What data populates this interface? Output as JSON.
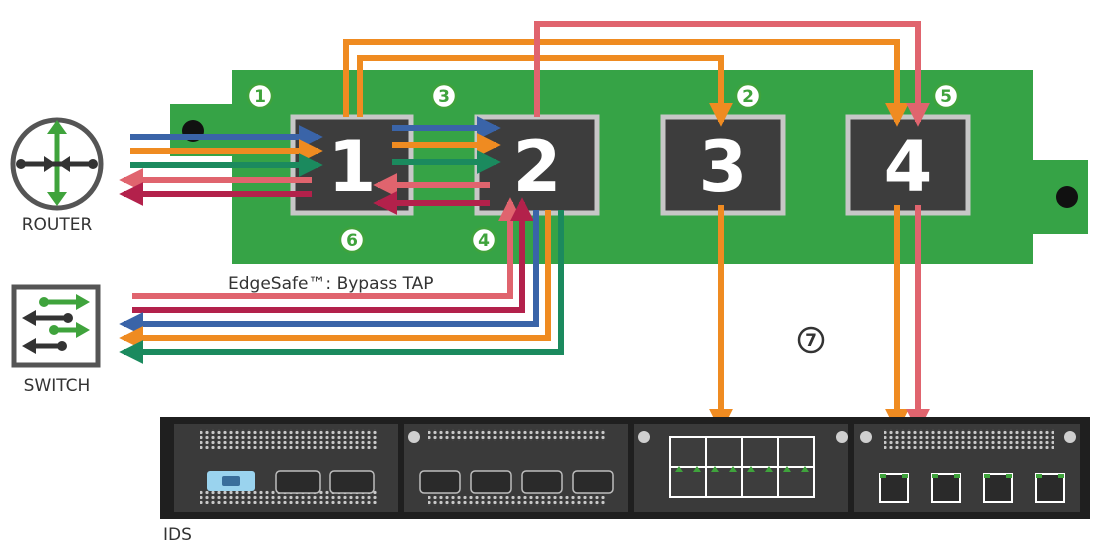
{
  "title_label": "EdgeSafe™: Bypass TAP",
  "devices": {
    "router_label": "ROUTER",
    "switch_label": "SWITCH",
    "ids_label": "IDS"
  },
  "ports": [
    "1",
    "2",
    "3",
    "4"
  ],
  "callouts": [
    "1",
    "2",
    "3",
    "4",
    "5",
    "6",
    "7"
  ],
  "colors": {
    "board_green": "#36a346",
    "callout_green": "#3fa33c",
    "port_dark": "#3d3d3d",
    "port_border": "#c7c7c7",
    "orange": "#ef8b21",
    "pink": "#e0646e",
    "blue": "#3a64a8",
    "green_line": "#1b8a5e",
    "maroon": "#b3214b",
    "chassis": "#3a3a3a"
  },
  "icons": [
    "router-icon",
    "switch-icon",
    "ids-appliance"
  ]
}
